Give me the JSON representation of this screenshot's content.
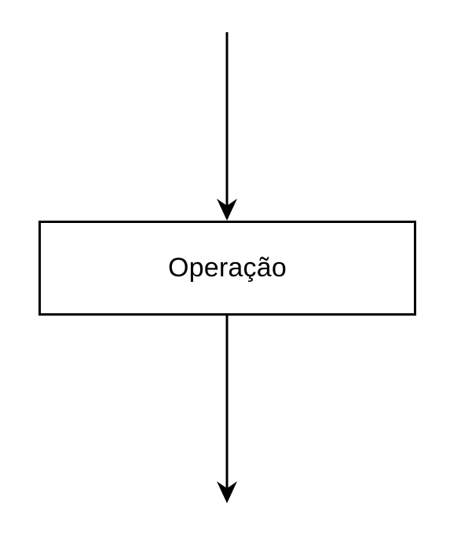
{
  "diagram": {
    "type": "flowchart-process",
    "nodes": [
      {
        "id": "operation",
        "shape": "rectangle",
        "label": "Operação"
      }
    ],
    "edges": [
      {
        "id": "incoming",
        "from": null,
        "to": "operation",
        "arrowhead": "end"
      },
      {
        "id": "outgoing",
        "from": "operation",
        "to": null,
        "arrowhead": "end"
      }
    ],
    "colors": {
      "stroke": "#000000",
      "fill": "#ffffff",
      "text": "#000000",
      "background": "#ffffff"
    }
  }
}
